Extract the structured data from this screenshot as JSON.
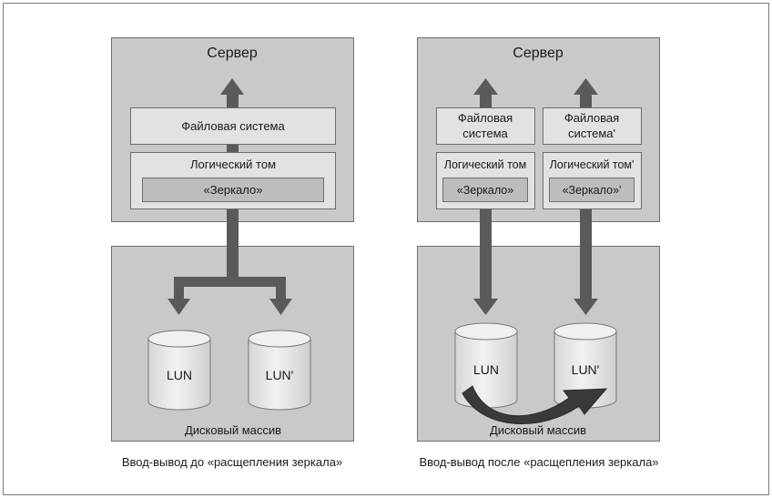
{
  "left": {
    "server_title": "Сервер",
    "filesystem": "Файловая система",
    "logical_volume": "Логический том",
    "mirror": "«Зеркало»",
    "lun": "LUN",
    "lun_prime": "LUN'",
    "disk_array": "Дисковый массив",
    "caption": "Ввод-вывод до «расщепления зеркала»"
  },
  "right": {
    "server_title": "Сервер",
    "fs1_line1": "Файловая",
    "fs1_line2": "система",
    "fs2_line1": "Файловая",
    "fs2_line2": "система'",
    "lv1": "Логический том",
    "lv2": "Логический том'",
    "mirror1": "«Зеркало»",
    "mirror2": "«Зеркало»'",
    "lun": "LUN",
    "lun_prime": "LUN'",
    "disk_array": "Дисковый массив",
    "caption": "Ввод-вывод после «расщепления зеркала»"
  },
  "colors": {
    "panel_fill": "#c9c9c9",
    "inner_fill": "#e2e2e2",
    "mirror_fill": "#bdbdbd",
    "arrow": "#5a5a5a",
    "disk_fill": "#e6e6e6"
  }
}
